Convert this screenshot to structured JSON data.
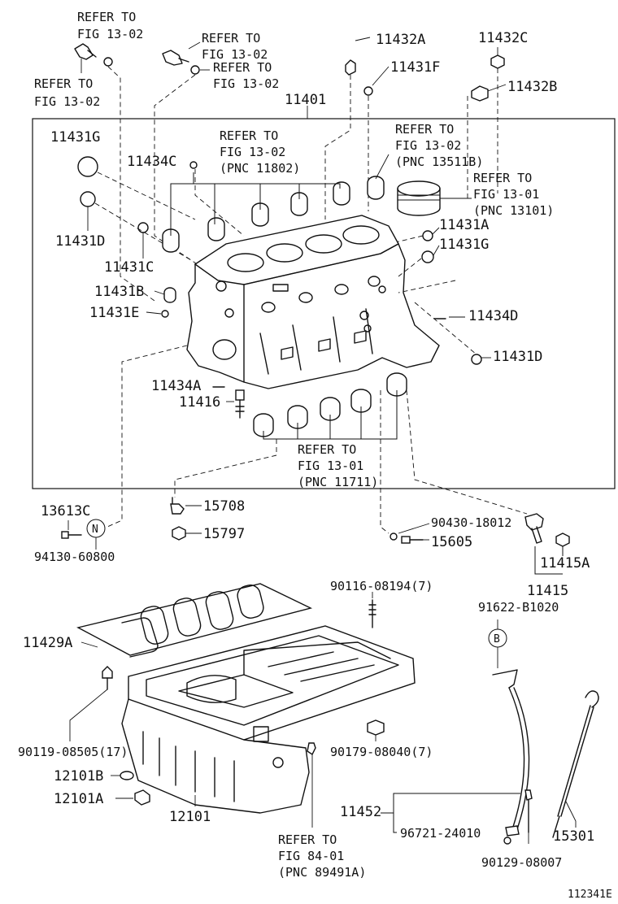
{
  "labels": {
    "refer_tl_1": "REFER TO",
    "refer_tl_2": "FIG 13-02",
    "refer_tl2_1": "REFER TO",
    "refer_tl2_2": "FIG 13-02",
    "refer_tc_1": "REFER TO",
    "refer_tc_2": "FIG 13-02",
    "refer_tc2_1": "REFER TO",
    "refer_tc2_2": "FIG 13-02",
    "p11432A": "11432A",
    "p11431F": "11431F",
    "p11432C": "11432C",
    "p11432B": "11432B",
    "p11401": "11401",
    "p11431G": "11431G",
    "p11434C": "11434C",
    "refer_bearing_1": "REFER TO",
    "refer_bearing_2": "FIG 13-02",
    "refer_bearing_3": "(PNC 11802)",
    "refer_pnc135_1": "REFER TO",
    "refer_pnc135_2": "FIG 13-02",
    "refer_pnc135_3": "(PNC 13511B)",
    "refer_piston_1": "REFER TO",
    "refer_piston_2": "FIG 13-01",
    "refer_piston_3": "(PNC 13101)",
    "p11431D_a": "11431D",
    "p11431A": "11431A",
    "p11431G_b": "11431G",
    "p11431C": "11431C",
    "p11431B": "11431B",
    "p11431E": "11431E",
    "p11434D": "11434D",
    "p11431D_b": "11431D",
    "p11434A": "11434A",
    "p11416": "11416",
    "refer_main_1": "REFER TO",
    "refer_main_2": "FIG 13-01",
    "refer_main_3": "(PNC 11711)",
    "p13613C": "13613C",
    "p15708": "15708",
    "p15797": "15797",
    "p94130": "94130-60800",
    "p90430": "90430-18012",
    "p15605": "15605",
    "p11415A": "11415A",
    "p11415": "11415",
    "p90116": "90116-08194(7)",
    "p91622": "91622-B1020",
    "p11429A": "11429A",
    "p90119": "90119-08505(17)",
    "p90179": "90179-08040(7)",
    "p12101B": "12101B",
    "p12101A": "12101A",
    "p12101": "12101",
    "refer_pan_1": "REFER TO",
    "refer_pan_2": "FIG 84-01",
    "refer_pan_3": "(PNC 89491A)",
    "p11452": "11452",
    "p96721": "96721-24010",
    "p15301": "15301",
    "p90129": "90129-08007",
    "circle_N": "N",
    "circle_B": "B",
    "figure_code": "112341E"
  }
}
